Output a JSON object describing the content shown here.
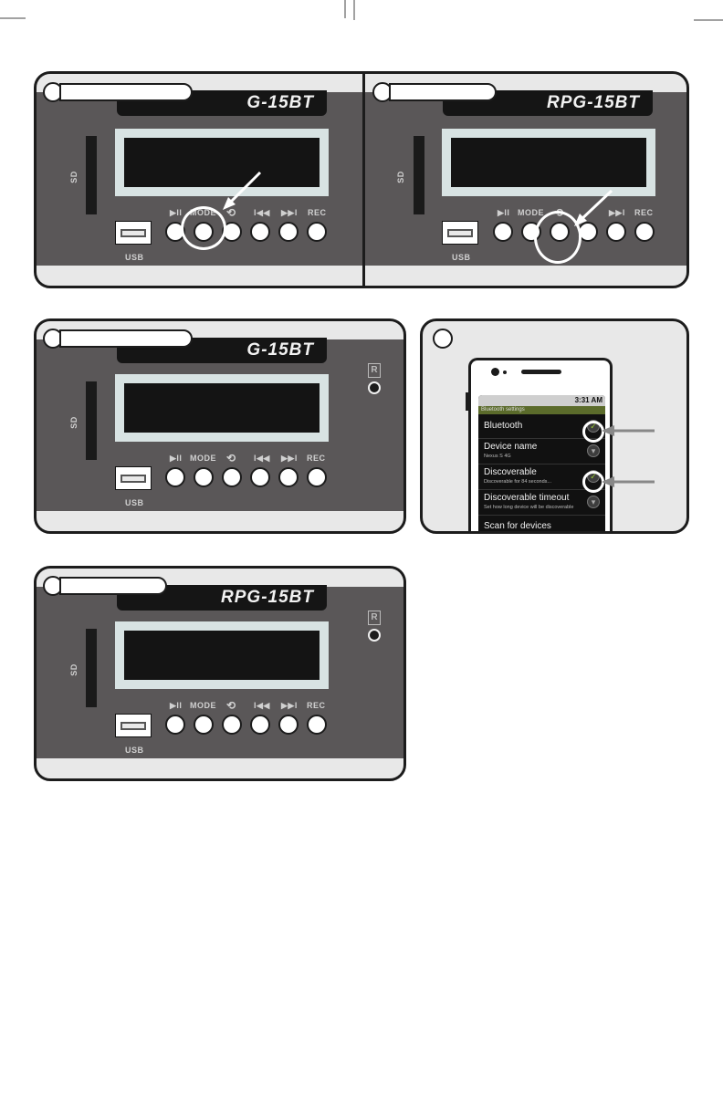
{
  "page": {
    "background": "#ffffff",
    "panel_color": "#5a5758",
    "lcd_frame_color": "#d8e3e3"
  },
  "icons": [
    "trim-mark",
    "play-pause-icon",
    "repeat-icon",
    "previous-icon",
    "next-icon",
    "usb-port-icon",
    "ir-sensor-icon",
    "arrow-icon",
    "checkbox-icon"
  ],
  "unit": {
    "brand": "RPG-15BT",
    "brand_visible_a": "G-15BT",
    "brand_visible_b": "RPG-15BT",
    "sd_label": "SD",
    "usb_label": "USB",
    "buttons": {
      "play_pause": "▶II",
      "mode": "MODE",
      "repeat": "⟲",
      "prev": "I◀◀",
      "next": "▶▶I",
      "rec": "REC"
    },
    "ir_label": "R"
  },
  "phone": {
    "status_time": "3:31 AM",
    "settings_title": "Bluetooth settings",
    "rows": [
      {
        "title": "Bluetooth",
        "sub": "",
        "checked": true
      },
      {
        "title": "Device name",
        "sub": "Nexus S 4G",
        "checked": false
      },
      {
        "title": "Discoverable",
        "sub": "Discoverable for 84 seconds...",
        "checked": true
      },
      {
        "title": "Discoverable timeout",
        "sub": "Set how long device will be discoverable",
        "checked": false
      },
      {
        "title": "Scan for devices",
        "sub": "",
        "checked": false
      }
    ]
  }
}
